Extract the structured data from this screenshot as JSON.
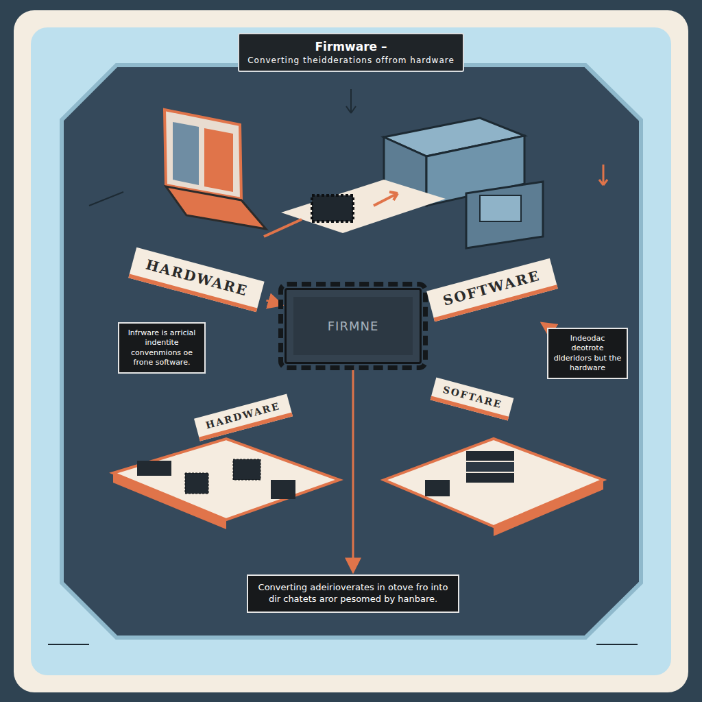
{
  "diagram": {
    "nodes": [
      {
        "text": [
          "Firmware –",
          "Converting theidderations offrom hardware"
        ]
      },
      {
        "text": [
          "HARDWARE"
        ]
      },
      {
        "text": [
          "FIRMNE"
        ]
      },
      {
        "text": [
          "SOFTWARE"
        ]
      },
      {
        "text": [
          "Infrware is arricial indentite convenmions oe frone software."
        ]
      },
      {
        "text": [
          "Indeodac deotrote dlderidors but the hardware"
        ]
      },
      {
        "text": [
          "HARDWARE"
        ]
      },
      {
        "text": [
          "SOFTARE"
        ]
      },
      {
        "text": [
          "Converting adeirioverates in otove fro into dir chatets aror pesomed by hanbare."
        ]
      }
    ],
    "edges": [
      {
        "from": 1,
        "to": 2,
        "arrow": "to"
      },
      {
        "from": 2,
        "to": 8,
        "arrow": "to"
      },
      {
        "from": 5,
        "to": 3,
        "arrow": "to"
      }
    ]
  }
}
